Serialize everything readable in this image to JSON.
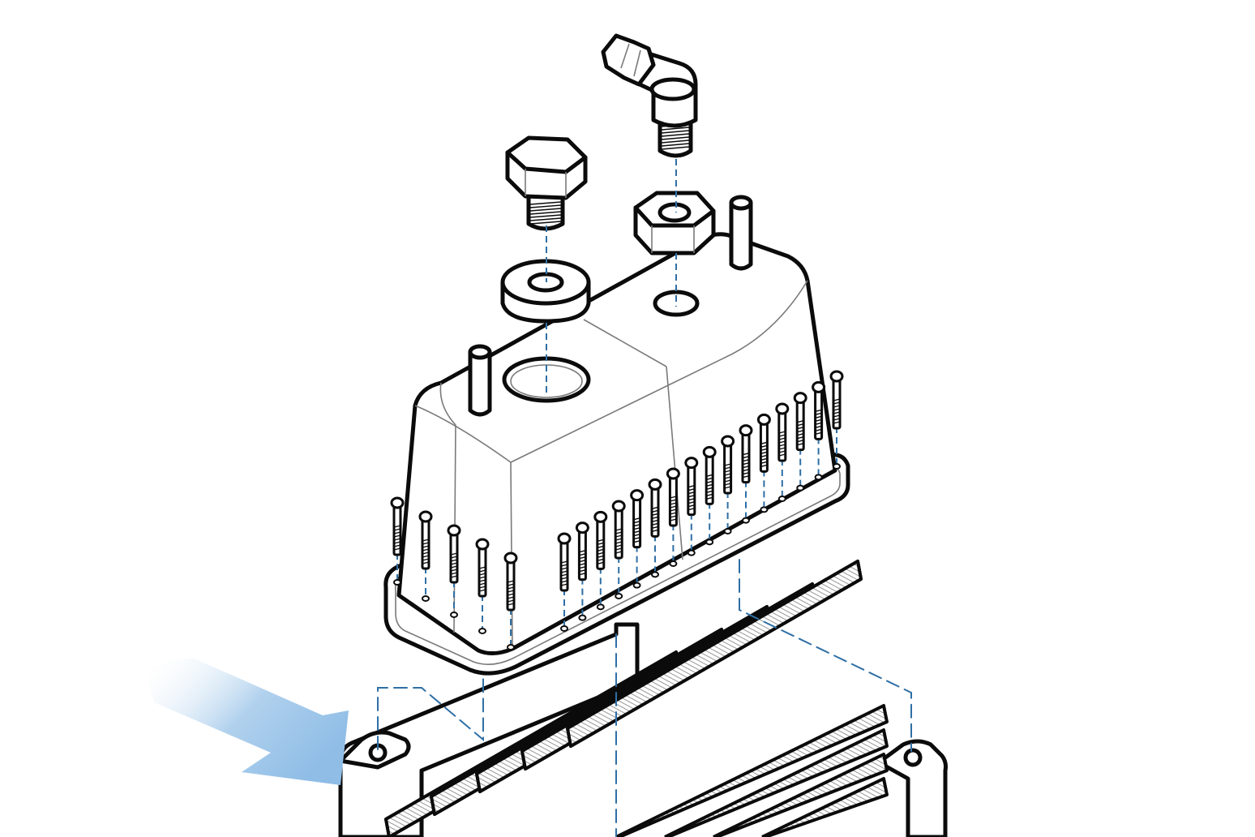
{
  "diagram": {
    "kind": "exploded-assembly-line-art",
    "colors": {
      "ink": "#0b0b0b",
      "guide": "#2f6fa5",
      "arrow_start": "#ffffff",
      "arrow_end": "#8fbde6",
      "background": "#ffffff"
    },
    "parts": [
      {
        "name": "elbow-hose-fitting"
      },
      {
        "name": "hex-plug"
      },
      {
        "name": "hex-nut"
      },
      {
        "name": "sealing-washer"
      },
      {
        "name": "alignment-pin"
      },
      {
        "name": "tank-cover"
      },
      {
        "name": "mounting-screw"
      },
      {
        "name": "radiator-core"
      },
      {
        "name": "flow-arrow"
      }
    ],
    "screw_count": 21,
    "fin_count": 10
  }
}
